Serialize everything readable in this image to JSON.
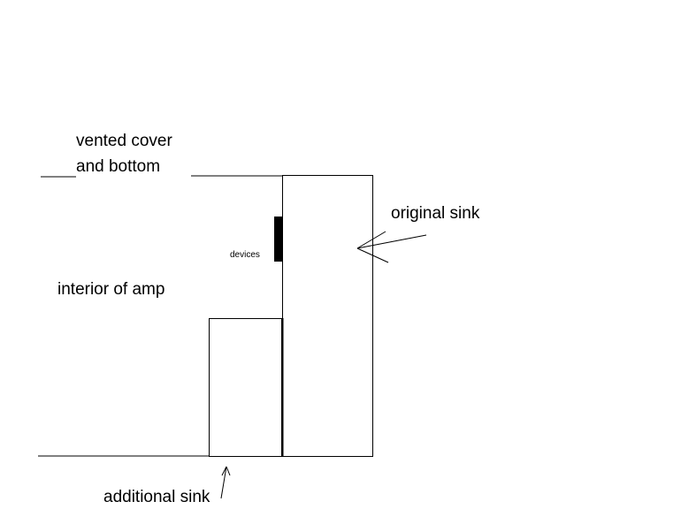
{
  "labels": {
    "vented_cover_line1": "vented cover",
    "vented_cover_line2": "and bottom",
    "original_sink": "original sink",
    "devices": "devices",
    "interior_of_amp": "interior of amp",
    "additional_sink": "additional sink"
  },
  "colors": {
    "background": "#ffffff",
    "ink": "#000000"
  }
}
